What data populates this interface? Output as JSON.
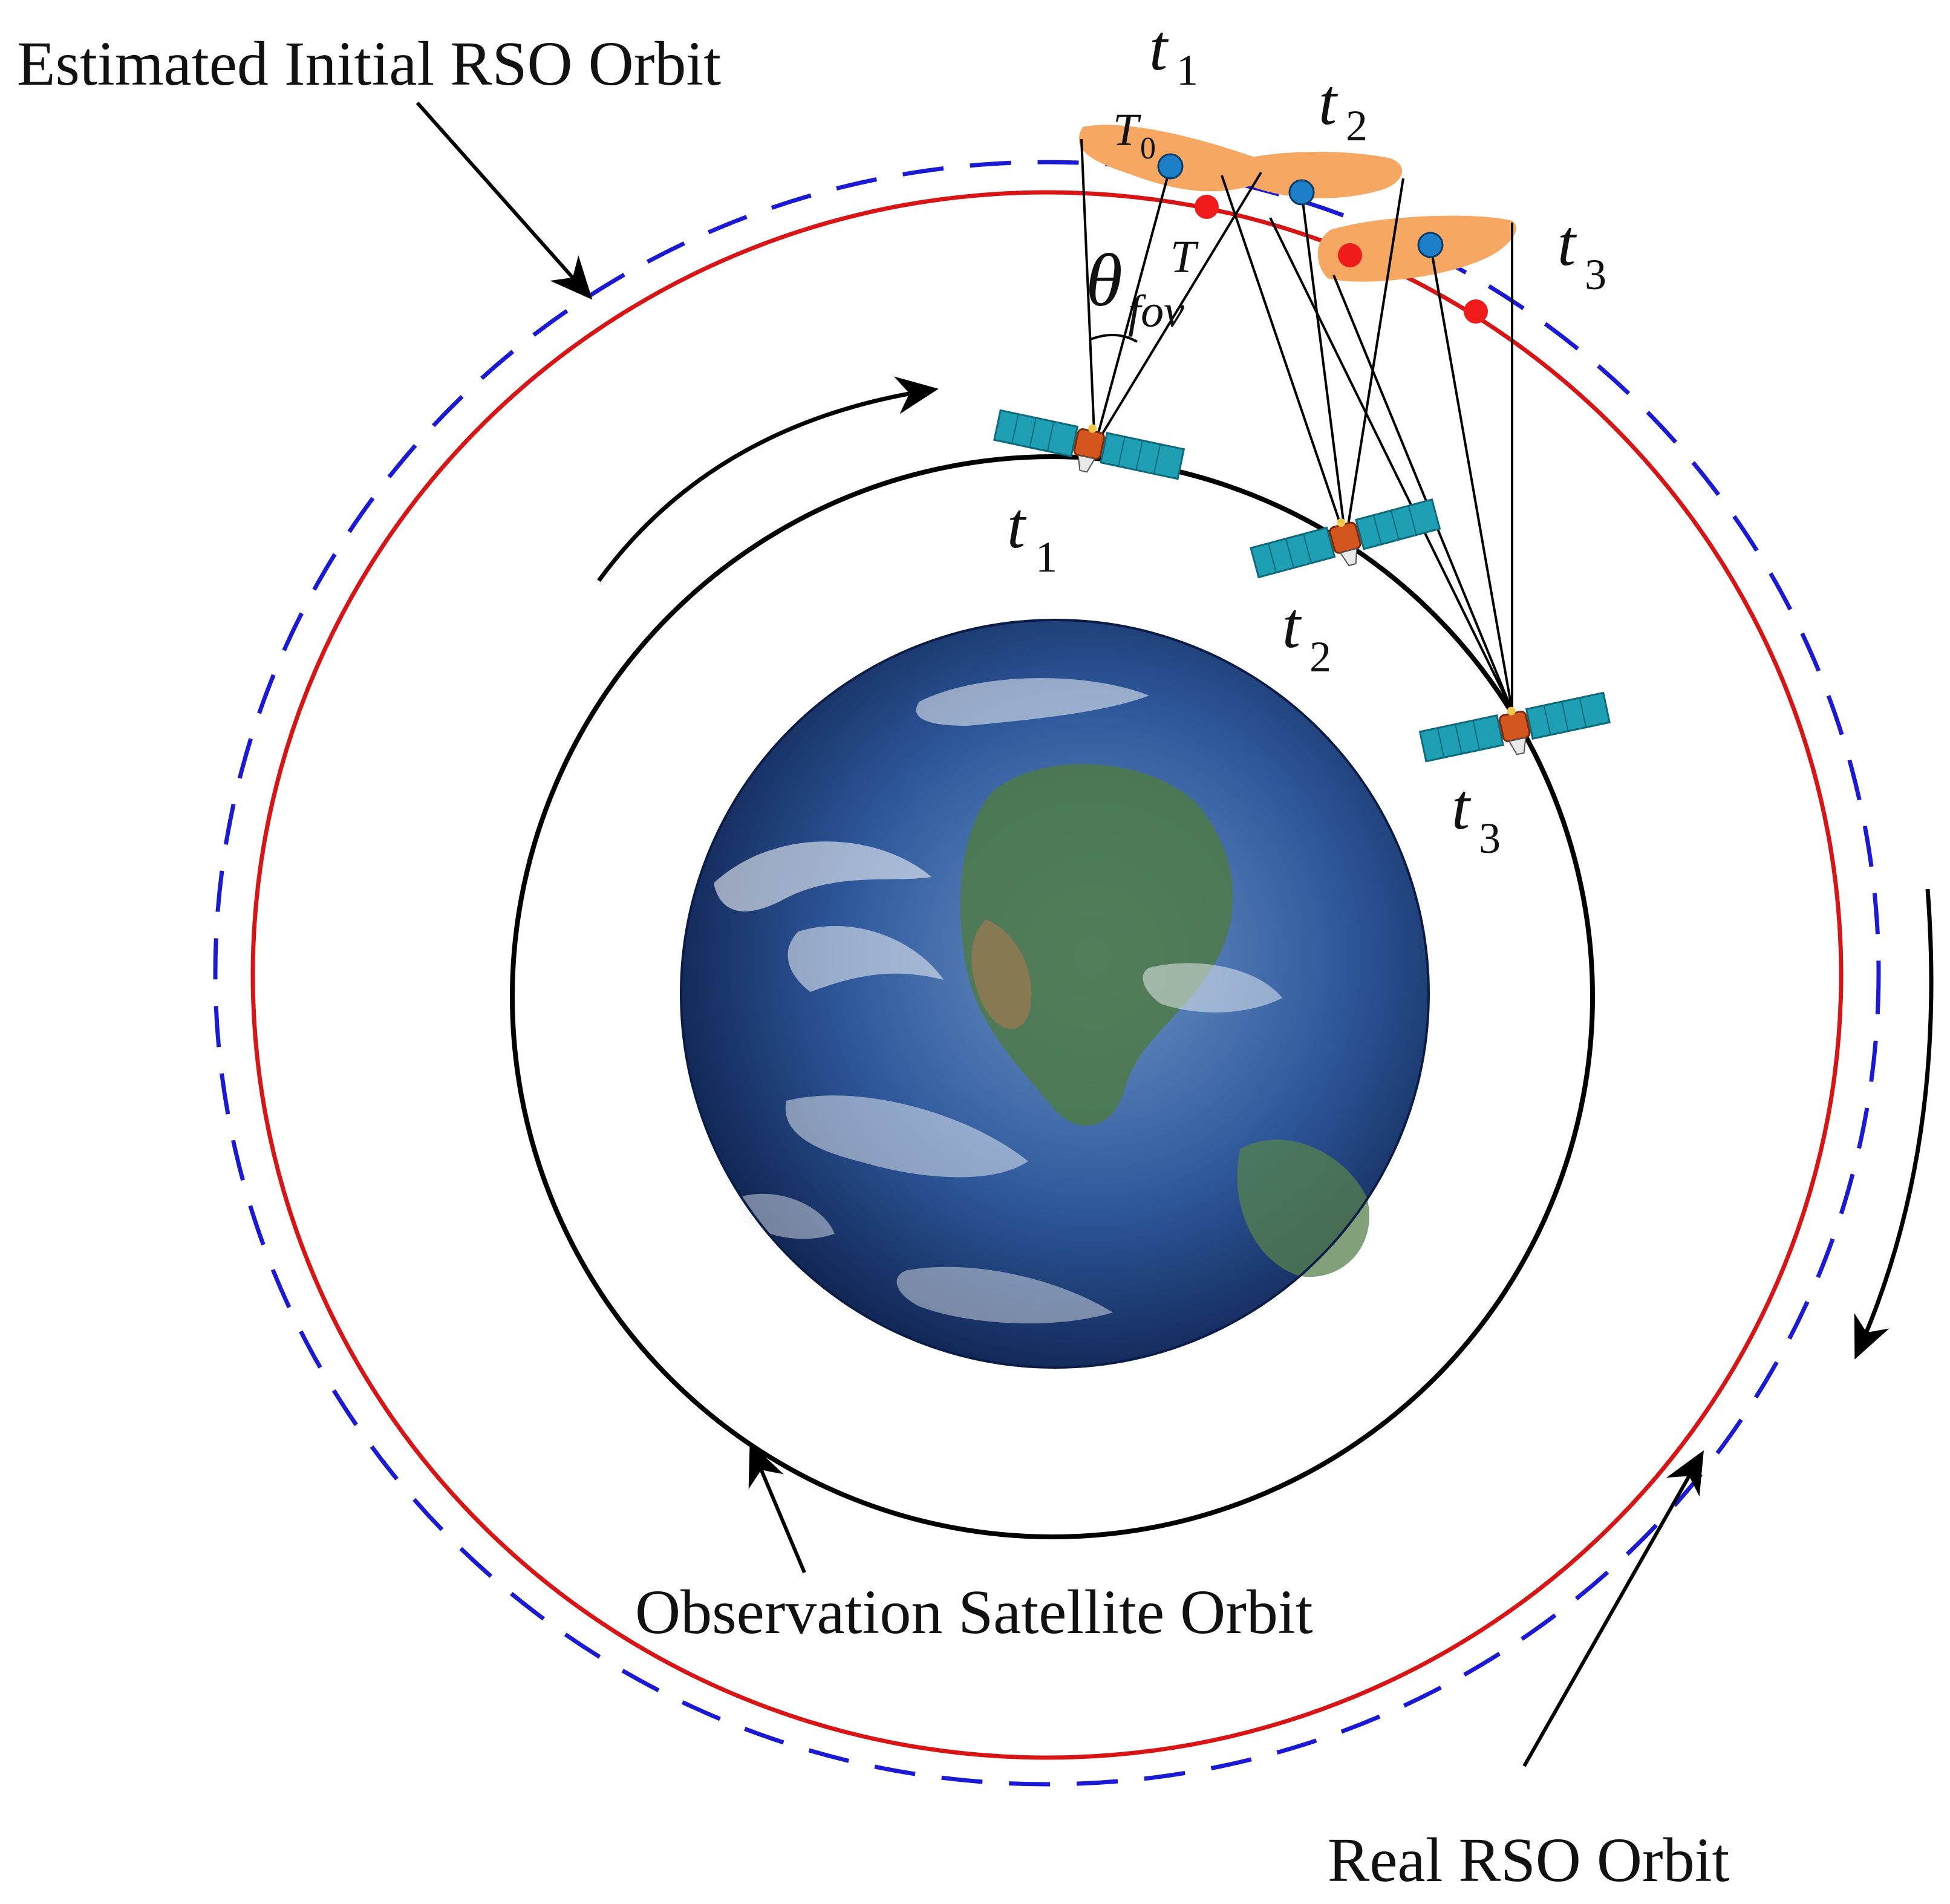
{
  "labels": {
    "estimated_orbit": "Estimated Initial RSO Orbit",
    "observation_orbit": "Observation Satellite Orbit",
    "real_orbit": "Real RSO Orbit",
    "theta": "θ",
    "fov_sub": "fov",
    "T": "T",
    "T0_main": "T",
    "T0_sub": "0",
    "t_letter": "t",
    "sub_1": "1",
    "sub_2": "2",
    "sub_3": "3"
  },
  "colors": {
    "estimated_orbit": "#1a1ad6",
    "real_orbit": "#d81414",
    "observation_orbit": "#000000",
    "fov_region": "#f6a862",
    "estimated_point": "#1c7fc8",
    "real_point": "#f01c1c",
    "solar_panel": "#1e9fb3",
    "satellite_body": "#d4561e"
  }
}
